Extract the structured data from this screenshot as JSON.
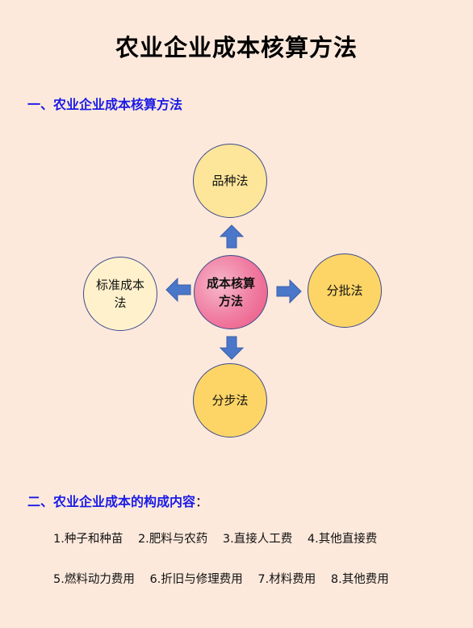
{
  "title": "农业企业成本核算方法",
  "section1": {
    "label": "一、农业企业成本核算方法"
  },
  "diagram": {
    "center": "成本核算方法",
    "top": "品种法",
    "left": "标准成本法",
    "right": "分批法",
    "bottom": "分步法"
  },
  "section2": {
    "label": "二、农业企业成本的构成内容",
    "colon": "："
  },
  "items": [
    "1.种子和种苗",
    "2.肥料与农药",
    "3.直接人工费",
    "4.其他直接费",
    "5.燃料动力费用",
    "6.折旧与修理费用",
    "7.材料费用",
    "8.其他费用"
  ],
  "colors": {
    "background": "#fde9dc",
    "section_heading": "#1a1ae6",
    "arrow": "#4a77c9",
    "center_circle": "#f07aa0",
    "outer_circle": "#fdd566"
  }
}
